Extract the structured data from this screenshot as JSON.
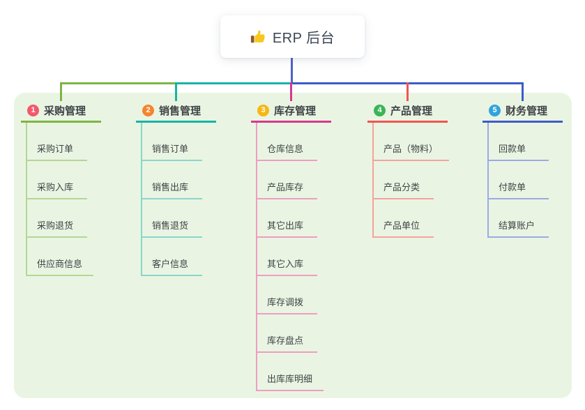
{
  "root": {
    "icon": "thumbs-up",
    "label": "ERP 后台"
  },
  "colors": {
    "background": "#ffffff",
    "panel": "#e9f5e2",
    "root_connector": "#5061c6",
    "root_text": "#3c4554",
    "node_text": "#3f4347"
  },
  "branches": [
    {
      "number": "1",
      "label": "采购管理",
      "color": "#7db544",
      "light_color": "#b2d795",
      "badge_color": "#f2596b",
      "children": [
        "采购订单",
        "采购入库",
        "采购退货",
        "供应商信息"
      ]
    },
    {
      "number": "2",
      "label": "销售管理",
      "color": "#17b4a5",
      "light_color": "#8ad5cd",
      "badge_color": "#f6842f",
      "children": [
        "销售订单",
        "销售出库",
        "销售退货",
        "客户信息"
      ]
    },
    {
      "number": "3",
      "label": "库存管理",
      "color": "#d63890",
      "light_color": "#f09cc4",
      "badge_color": "#f7b714",
      "children": [
        "仓库信息",
        "产品库存",
        "其它出库",
        "其它入库",
        "库存调拨",
        "库存盘点",
        "出库库明细"
      ]
    },
    {
      "number": "4",
      "label": "产品管理",
      "color": "#f15453",
      "light_color": "#f5a29e",
      "badge_color": "#3bb457",
      "children": [
        "产品（物料）",
        "产品分类",
        "产品单位"
      ]
    },
    {
      "number": "5",
      "label": "财务管理",
      "color": "#3e5bc9",
      "light_color": "#9aaae4",
      "badge_color": "#31a3de",
      "children": [
        "回款单",
        "付款单",
        "结算账户"
      ]
    }
  ]
}
